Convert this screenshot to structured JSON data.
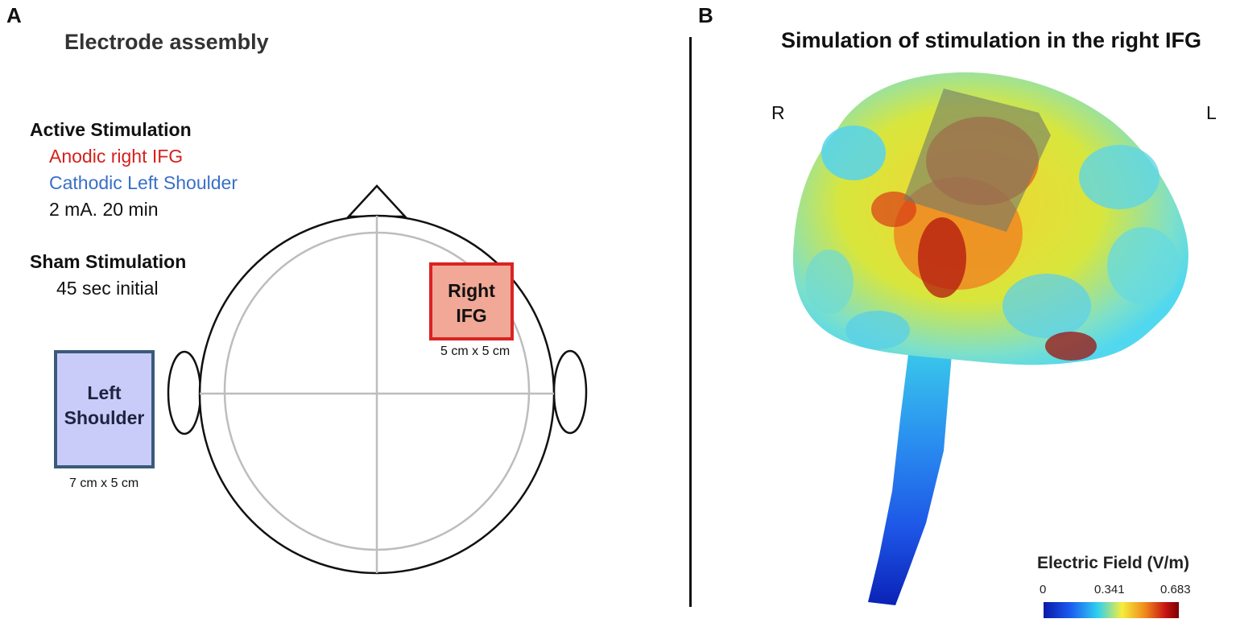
{
  "panel_a": {
    "letter": "A",
    "title": "Electrode assembly",
    "active": {
      "heading": "Active Stimulation",
      "anodic": "Anodic right IFG",
      "cathodic": "Cathodic Left Shoulder",
      "dose": "2 mA. 20 min"
    },
    "sham": {
      "heading": "Sham Stimulation",
      "detail": "45 sec initial"
    },
    "electrodes": {
      "right_ifg": {
        "label": "Right IFG",
        "size": "5 cm x 5 cm",
        "fill": "#f2a896",
        "stroke": "#d92323"
      },
      "left_shoulder": {
        "label": "Left Shoulder",
        "size": "7 cm x 5 cm",
        "fill": "#c9ccf9",
        "stroke": "#3b5a7a"
      }
    }
  },
  "panel_b": {
    "letter": "B",
    "title": "Simulation of stimulation in the right IFG",
    "side_right": "R",
    "side_left": "L",
    "colorbar": {
      "title": "Electric Field (V/m)",
      "ticks": [
        "0",
        "0.341",
        "0.683"
      ],
      "colors": [
        "#0a1aa8",
        "#1b5cf0",
        "#2fd0f0",
        "#f5ee3c",
        "#f08a1c",
        "#c81414",
        "#7a0000"
      ]
    }
  }
}
